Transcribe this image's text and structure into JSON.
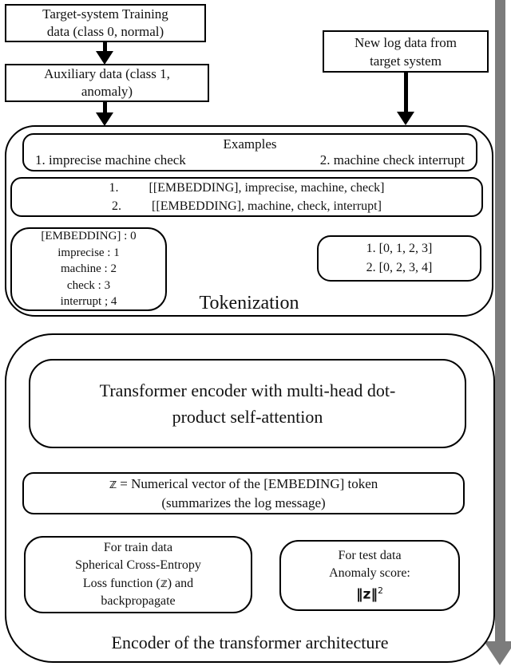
{
  "colors": {
    "flow_arrow": "#7c7c7c",
    "stroke": "#000000",
    "background": "#ffffff"
  },
  "top_flow": {
    "target_box": {
      "line1": "Target-system Training",
      "line2": "data (class 0, normal)"
    },
    "auxiliary_box": {
      "line1": "Auxiliary data (class 1,",
      "line2": "anomaly)"
    },
    "new_log_box": {
      "line1": "New log data from",
      "line2": "target system"
    }
  },
  "tokenization": {
    "label": "Tokenization",
    "examples_box": {
      "title": "Examples",
      "example1": "1. imprecise machine check",
      "example2": "2. machine check interrupt"
    },
    "embedding_box": {
      "row1": {
        "num": "1.",
        "text": "[[EMBEDDING], imprecise, machine, check]"
      },
      "row2": {
        "num": "2.",
        "text": "[[EMBEDDING], machine, check, interrupt]"
      }
    },
    "vocab_box": {
      "lines": [
        "[EMBEDDING] : 0",
        "imprecise : 1",
        "machine : 2",
        "check : 3",
        "interrupt ; 4"
      ]
    },
    "indices_box": {
      "line1": "1. [0, 1, 2, 3]",
      "line2": "2. [0, 2, 3, 4]"
    }
  },
  "encoder": {
    "label": "Encoder of the transformer architecture",
    "transformer_box": {
      "line1": "Transformer encoder with multi-head dot-",
      "line2": "product self-attention"
    },
    "z_vector_box": {
      "z": "𝕫",
      "line1_rest": "= Numerical vector of the [EMBEDING]  token",
      "line2": "(summarizes the log message)"
    },
    "train_box": {
      "line1": "For train data",
      "line2": "Spherical Cross-Entropy",
      "line3_pre": "Loss function (",
      "line3_z": "𝕫",
      "line3_post": ") and",
      "line4": "backpropagate"
    },
    "test_box": {
      "line1": "For test data",
      "line2": "Anomaly score:",
      "norm": "‖",
      "z": "z",
      "norm2": "‖",
      "exponent": "2"
    }
  }
}
